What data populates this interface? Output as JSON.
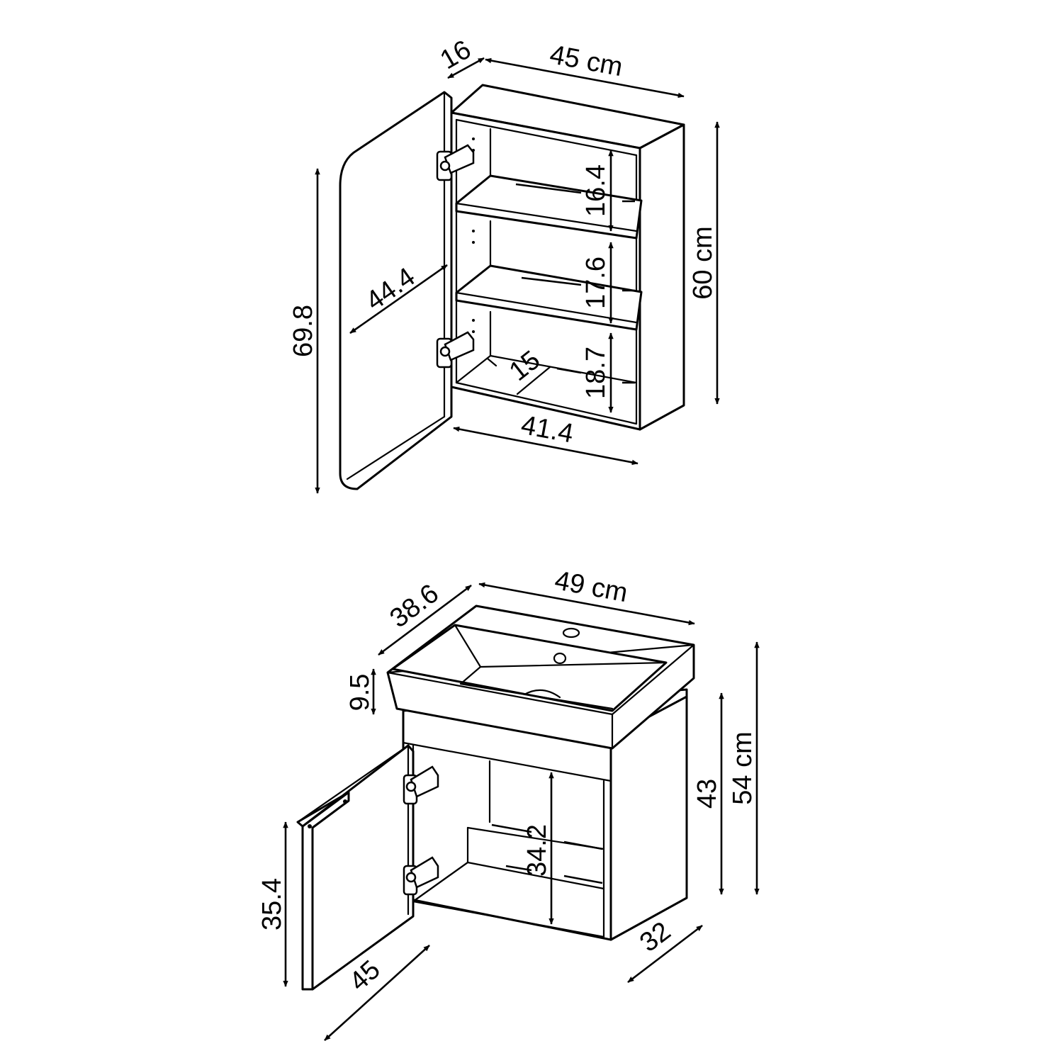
{
  "colors": {
    "stroke": "#000000",
    "background": "#ffffff"
  },
  "mirror_cabinet": {
    "dims": {
      "width": "45 cm",
      "door_depth": "16",
      "height": "60 cm",
      "door_height": "69.8",
      "door_width": "44.4",
      "shelf_1": "16.4",
      "shelf_2": "17.6",
      "shelf_3": "18.7",
      "inner_depth": "15",
      "inner_width": "41.4"
    }
  },
  "vanity_unit": {
    "dims": {
      "width": "49 cm",
      "depth": "38.6",
      "basin_height": "9.5",
      "total_height": "54 cm",
      "cabinet_height": "43",
      "inner_height": "34.2",
      "door_height": "35.4",
      "door_width": "45",
      "cabinet_depth": "32"
    }
  }
}
